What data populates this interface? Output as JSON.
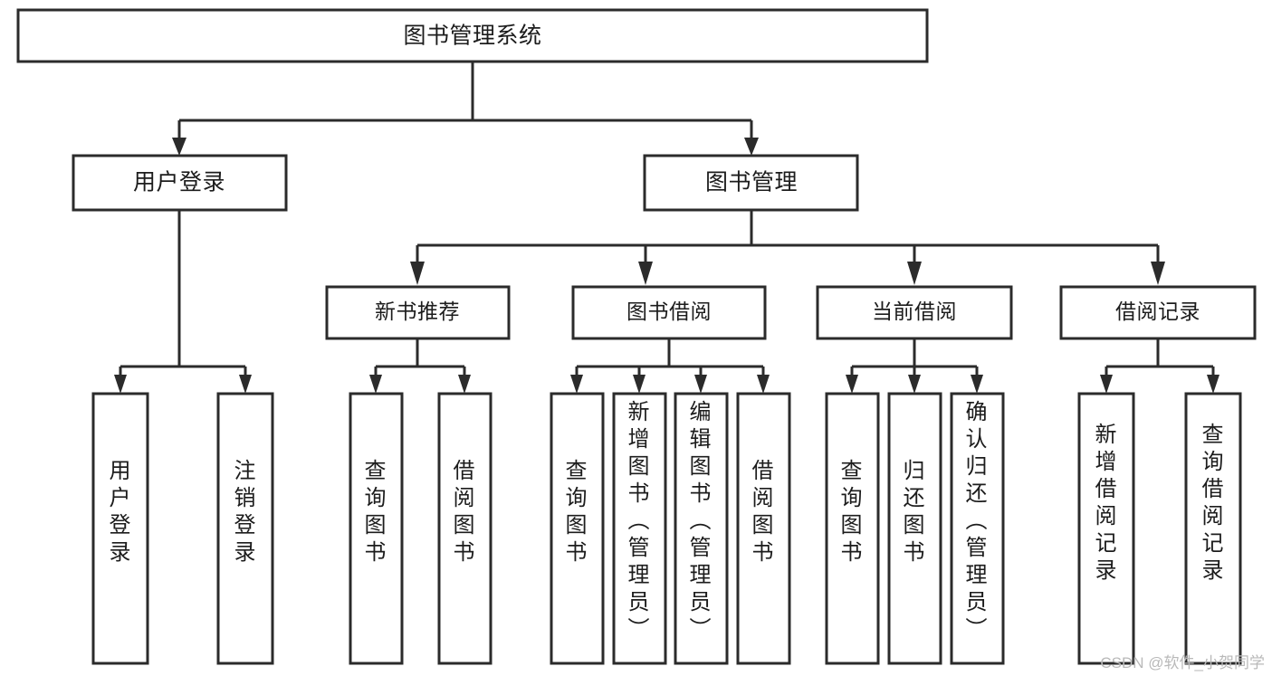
{
  "diagram": {
    "title": "图书管理系统",
    "type": "tree",
    "orientation": "top-down",
    "colors": {
      "box_fill": "#ffffff",
      "box_stroke": "#2b2b2b",
      "text": "#1c1c1c",
      "background": "#ffffff",
      "watermark": "#b9b9b9"
    },
    "root": {
      "label": "图书管理系统"
    },
    "level2": [
      {
        "label": "用户登录"
      },
      {
        "label": "图书管理"
      }
    ],
    "level3": [
      {
        "label": "新书推荐"
      },
      {
        "label": "图书借阅"
      },
      {
        "label": "当前借阅"
      },
      {
        "label": "借阅记录"
      }
    ],
    "leaves": {
      "user_login": [
        {
          "label": "用户登录"
        },
        {
          "label": "注销登录"
        }
      ],
      "new_book_recommend": [
        {
          "label": "查询图书"
        },
        {
          "label": "借阅图书"
        }
      ],
      "book_borrow": [
        {
          "label": "查询图书"
        },
        {
          "label": "新增图书（管理员）"
        },
        {
          "label": "编辑图书（管理员）"
        },
        {
          "label": "借阅图书"
        }
      ],
      "current_borrow": [
        {
          "label": "查询图书"
        },
        {
          "label": "归还图书"
        },
        {
          "label": "确认归还（管理员）"
        }
      ],
      "borrow_record": [
        {
          "label": "新增借阅记录"
        },
        {
          "label": "查询借阅记录"
        }
      ]
    },
    "watermark": "CSDN @软件_小贺同学"
  }
}
